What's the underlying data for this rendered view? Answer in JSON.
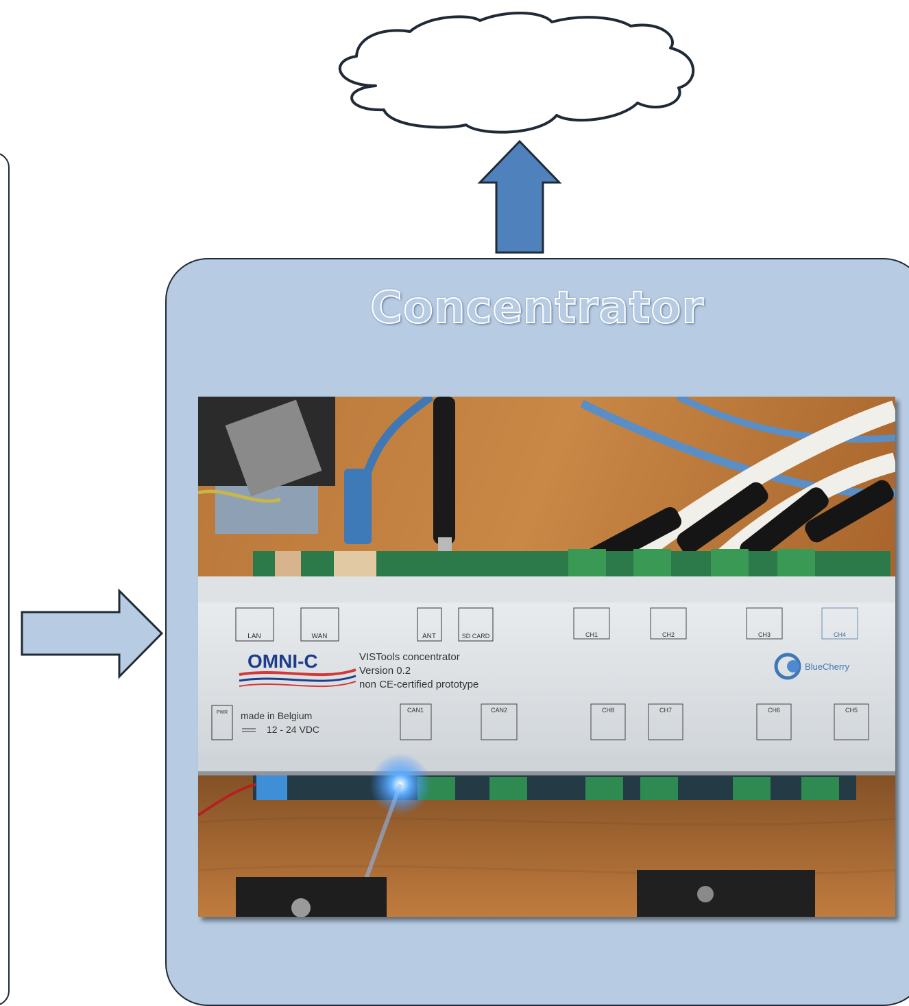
{
  "title": "Concentrator",
  "device": {
    "ports_top": [
      "LAN",
      "WAN",
      "ANT",
      "SD CARD",
      "CH1",
      "CH2",
      "CH3",
      "CH4"
    ],
    "brand_logo_text": "OMNI-C",
    "info_lines": [
      "VISTools concentrator",
      "Version 0.2",
      "non CE-certified prototype"
    ],
    "made_in": "made in Belgium",
    "voltage": "12 - 24 VDC",
    "power_label": "PWR",
    "ports_bottom": [
      "CAN1",
      "CAN2",
      "CH8",
      "CH7",
      "CH6",
      "CH5"
    ],
    "maker_logo_text": "BlueCherry"
  },
  "colors": {
    "panel_fill": "#b7cbe3",
    "arrow_fill": "#4f81bd",
    "left_arrow_fill": "#b7cbe3",
    "outline": "#1f2a36"
  },
  "icons": {
    "cloud": "cloud-icon",
    "up_arrow": "arrow-up-icon",
    "right_arrow": "arrow-right-icon"
  }
}
